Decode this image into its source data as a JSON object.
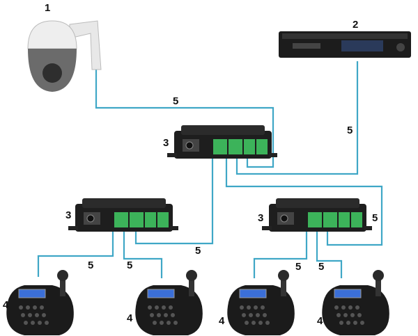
{
  "labels": {
    "camera": "1",
    "dvr": "2",
    "hub_top": "3",
    "hub_left": "3",
    "hub_right": "3",
    "keyboard_1": "4",
    "keyboard_2": "4",
    "keyboard_3": "4",
    "keyboard_4": "4",
    "wire_camera": "5",
    "wire_dvr": "5",
    "wire_top_left": "5",
    "wire_top_right": "5",
    "wire_kb1": "5",
    "wire_kb2": "5",
    "wire_kb3": "5",
    "wire_kb4": "5"
  },
  "colors": {
    "wire": "#3fa7c6",
    "terminal": "#3cb35a",
    "device": "#1e1e1e"
  }
}
